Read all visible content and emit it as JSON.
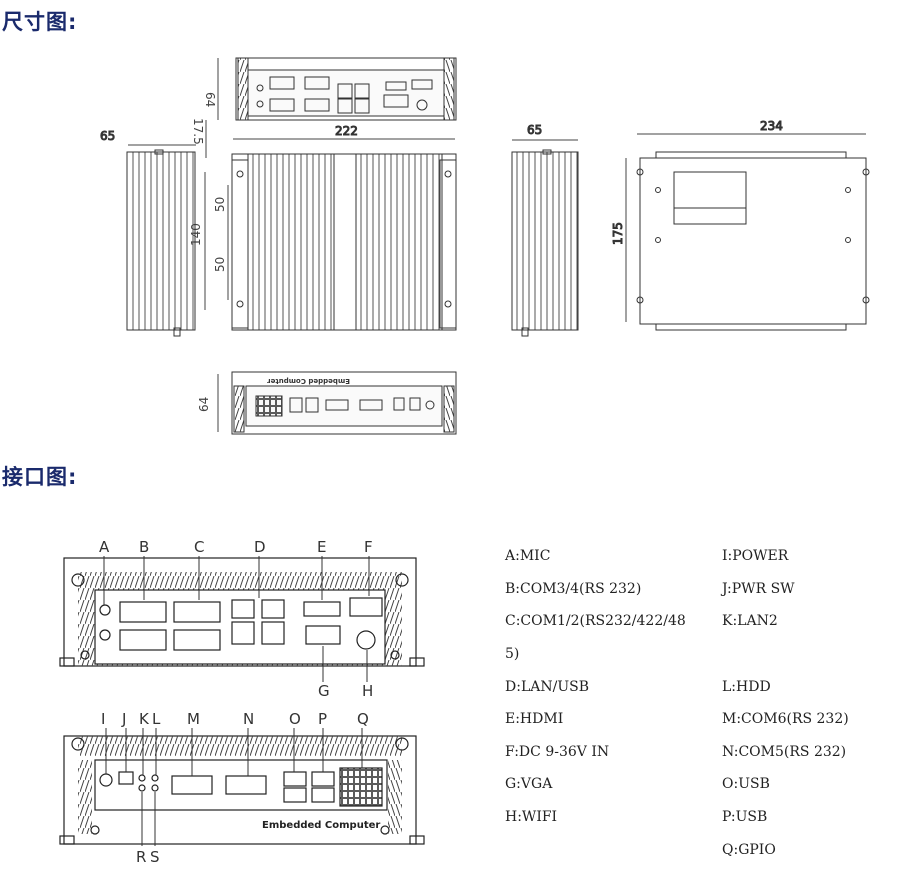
{
  "sections": {
    "dimensions_title": "尺寸图:",
    "ports_title": "接口图:"
  },
  "dimensions": {
    "top_view_height": "64",
    "gap": "17.5",
    "front_width": "222",
    "side_depth_left": "65",
    "mount_spacing_1": "50",
    "mount_spacing_2": "50",
    "mount_total": "140",
    "side_depth_right": "65",
    "bottom_width": "234",
    "bottom_height": "175",
    "rear_view_height": "64"
  },
  "device_text": {
    "brand_top": "Embedded Computer",
    "brand_bottom": "Embedded Computer"
  },
  "port_letters": {
    "top": [
      "A",
      "B",
      "C",
      "D",
      "E",
      "F"
    ],
    "top_lower": [
      "G",
      "H"
    ],
    "bottom": [
      "I",
      "J",
      "K",
      "L",
      "M",
      "N",
      "O",
      "P",
      "Q"
    ],
    "bottom_lower": [
      "R",
      "S"
    ]
  },
  "legend": {
    "left": [
      "A:MIC",
      "B:COM3/4(RS 232)",
      "C:COM1/2(RS232/422/48",
      "5)",
      "D:LAN/USB",
      "E:HDMI",
      "F:DC 9-36V IN",
      "G:VGA",
      "H:WIFI"
    ],
    "right": [
      "I:POWER",
      "J:PWR SW",
      "K:LAN2",
      "L:HDD",
      "M:COM6(RS 232)",
      "N:COM5(RS 232)",
      "O:USB",
      "P:USB",
      "Q:GPIO"
    ]
  }
}
